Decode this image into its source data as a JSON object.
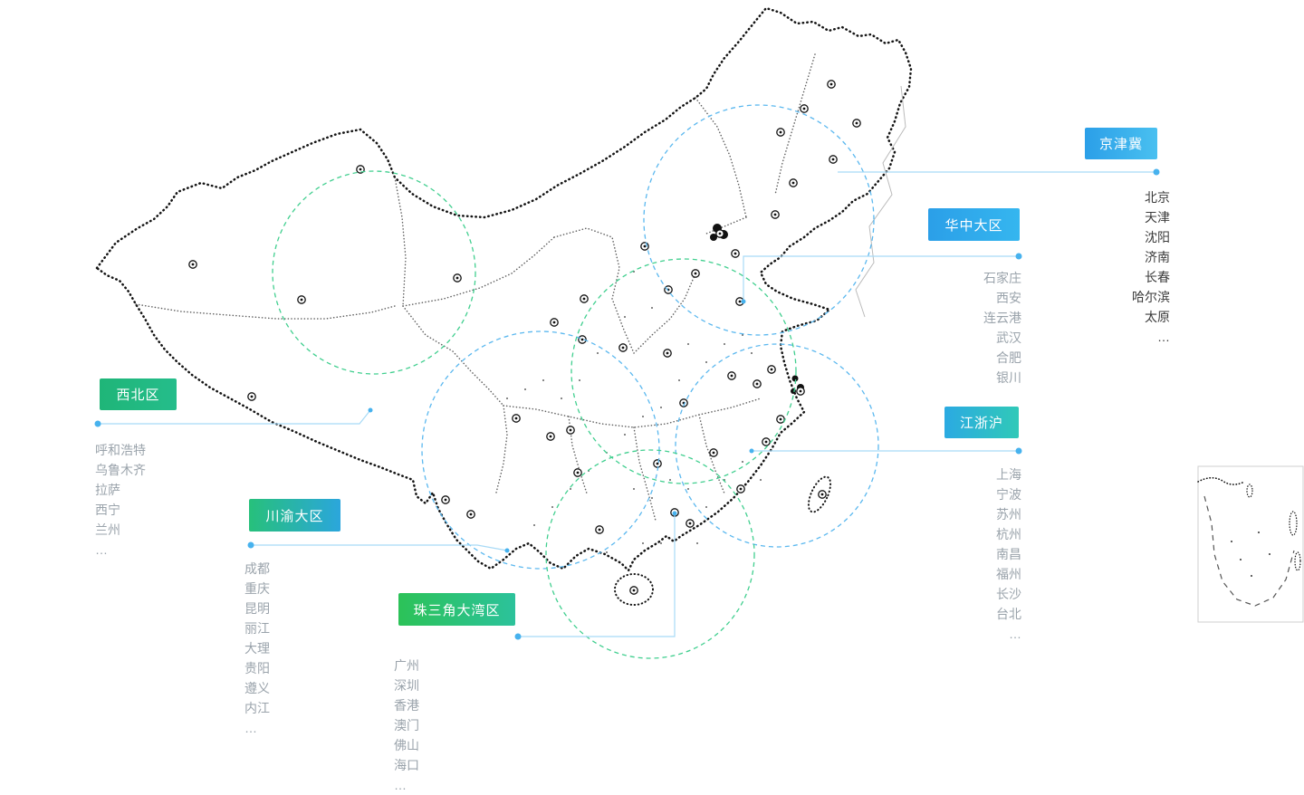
{
  "page": {
    "type": "china-regional-coverage-map",
    "background": "#ffffff"
  },
  "colors": {
    "callout_line": "#A8DAF6",
    "callout_dot": "#47B2EE",
    "coverage_circle_blue": "#5BB8EF",
    "coverage_circle_green": "#41CF8F",
    "map_outline": "#141414",
    "inset_border": "#CFCFCF"
  },
  "icons": {
    "city-marker": "⊙",
    "callout-dot": "●"
  },
  "regions": [
    {
      "id": "jingjinji",
      "label": "京津冀",
      "colors": {
        "from": "#2B9FE8",
        "to": "#49C0F0"
      },
      "city_color": "#3C3C3C",
      "cities": [
        "北京",
        "天津",
        "沈阳",
        "济南",
        "长春",
        "哈尔滨",
        "太原",
        "…"
      ]
    },
    {
      "id": "huazhong",
      "label": "华中大区",
      "colors": {
        "from": "#2B9FE8",
        "to": "#35B6EF"
      },
      "city_color": "#9AA3AB",
      "cities": [
        "石家庄",
        "西安",
        "连云港",
        "武汉",
        "合肥",
        "银川"
      ]
    },
    {
      "id": "jiangzhehu",
      "label": "江浙沪",
      "colors": {
        "from": "#2BAAE2",
        "to": "#30C9B8"
      },
      "city_color": "#9AA3AB",
      "cities": [
        "上海",
        "宁波",
        "苏州",
        "杭州",
        "南昌",
        "福州",
        "长沙",
        "台北",
        "…"
      ]
    },
    {
      "id": "xibei",
      "label": "西北区",
      "colors": {
        "from": "#1FB578",
        "to": "#25BD8B"
      },
      "city_color": "#9AA3AB",
      "cities": [
        "呼和浩特",
        "乌鲁木齐",
        "拉萨",
        "西宁",
        "兰州",
        "…"
      ]
    },
    {
      "id": "chuanyu",
      "label": "川渝大区",
      "colors": {
        "from": "#27C07B",
        "to": "#2BA6DC"
      },
      "city_color": "#9AA3AB",
      "cities": [
        "成都",
        "重庆",
        "昆明",
        "丽江",
        "大理",
        "贵阳",
        "遵义",
        "内江",
        "…"
      ]
    },
    {
      "id": "zhusanjiao-dawanqu",
      "label": "珠三角大湾区",
      "colors": {
        "from": "#2CC258",
        "to": "#2CC29B"
      },
      "city_color": "#9AA3AB",
      "cities": [
        "广州",
        "深圳",
        "香港",
        "澳门",
        "佛山",
        "海口",
        "…"
      ]
    }
  ]
}
